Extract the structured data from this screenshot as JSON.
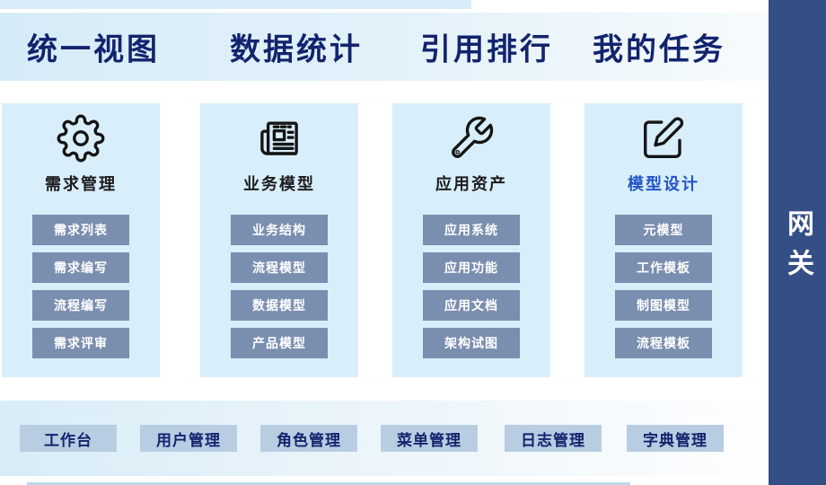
{
  "header": {
    "tabs": [
      {
        "label": "统一视图"
      },
      {
        "label": "数据统计"
      },
      {
        "label": "引用排行"
      },
      {
        "label": "我的任务"
      }
    ]
  },
  "columns": [
    {
      "title": "需求管理",
      "icon": "gear-icon",
      "items": [
        "需求列表",
        "需求编写",
        "流程编写",
        "需求评审"
      ]
    },
    {
      "title": "业务模型",
      "icon": "newspaper-icon",
      "items": [
        "业务结构",
        "流程模型",
        "数据模型",
        "产品模型"
      ]
    },
    {
      "title": "应用资产",
      "icon": "wrench-icon",
      "items": [
        "应用系统",
        "应用功能",
        "应用文档",
        "架构试图"
      ]
    },
    {
      "title": "模型设计",
      "icon": "edit-icon",
      "items": [
        "元模型",
        "工作模板",
        "制图模型",
        "流程模板"
      ]
    }
  ],
  "bottom_bar": {
    "items": [
      "工作台",
      "用户管理",
      "角色管理",
      "菜单管理",
      "日志管理",
      "字典管理"
    ]
  },
  "sidebar": {
    "label": "网关"
  },
  "colors": {
    "panel_bg": "#d8eefa",
    "panel_button": "#7a8eb0",
    "bottom_button": "#b9cde2",
    "tab_text": "#12246e",
    "accent_title": "#2454c7",
    "gateway_bg": "#344f85"
  }
}
